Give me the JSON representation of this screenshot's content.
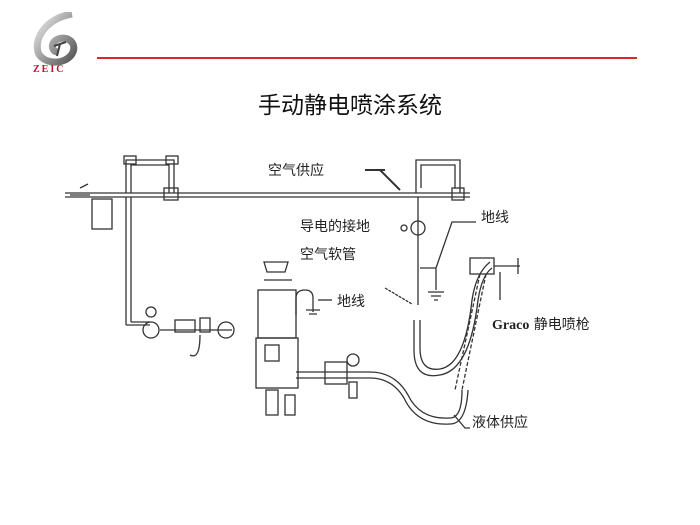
{
  "logo": {
    "text": "ZEIC"
  },
  "title": "手动静电喷涂系统",
  "diagram": {
    "labels": {
      "air_supply": "空气供应",
      "grounded_hose_line1": "导电的接地",
      "grounded_hose_line2": "空气软管",
      "ground_wire_top": "地线",
      "ground_wire_pump": "地线",
      "gun_brand": "Graco",
      "gun_name": "静电喷枪",
      "fluid_supply": "液体供应"
    }
  },
  "colors": {
    "accent": "#d42a2a",
    "logo_text": "#c8102e",
    "line": "#333333"
  }
}
